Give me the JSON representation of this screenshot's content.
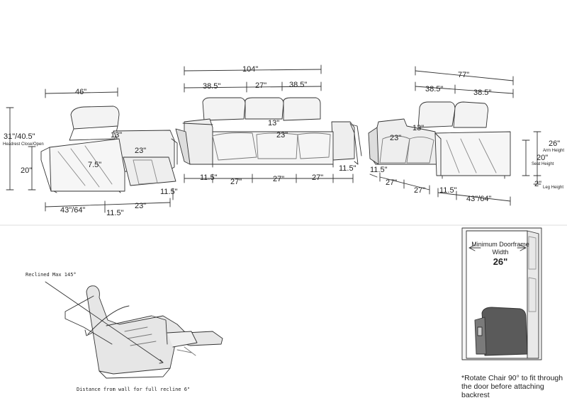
{
  "chair": {
    "width": "46\"",
    "height": "31\"/40.5\"",
    "height_note": "Headrest Close/Open",
    "seat_height": "20\"",
    "arm_to_back": "13\"",
    "seat_depth": "23\"",
    "footrest_height": "7.5\"",
    "leg_clearance": "11.5\"",
    "depth": "43\"/64\"",
    "depth_foot": "11.5\"",
    "depth_seat": "23\""
  },
  "sofa": {
    "width": "104\"",
    "back_left": "38.5\"",
    "back_mid": "27\"",
    "back_right": "38.5\"",
    "arm_to_back": "13\"",
    "seat_depth": "23\"",
    "bottom": [
      "11.5\"",
      "27\"",
      "27\"",
      "27\"",
      "11.5\""
    ]
  },
  "loveseat": {
    "width": "77\"",
    "back_left": "38.5\"",
    "back_right": "38.5\"",
    "arm_to_back": "13\"",
    "seat_depth": "23\"",
    "bottom_left": "11.5\"",
    "bottom_seat1": "27\"",
    "bottom_seat2": "27\"",
    "bottom_right": "11.5\"",
    "depth": "43\"/64\"",
    "arm_height": "26\"",
    "arm_height_label": "Arm Height",
    "seat_height": "20\"",
    "seat_height_label": "Seat Height",
    "leg_height": "2\"",
    "leg_height_label": "Leg Height"
  },
  "recline": {
    "max_label": "Reclined Max 145°",
    "distance_label": "Distance from wall for full recline 6\""
  },
  "doorframe": {
    "title": "Minimum Doorframe Width",
    "value": "26\"",
    "note": "*Rotate Chair 90° to fit through the door before attaching backrest"
  }
}
